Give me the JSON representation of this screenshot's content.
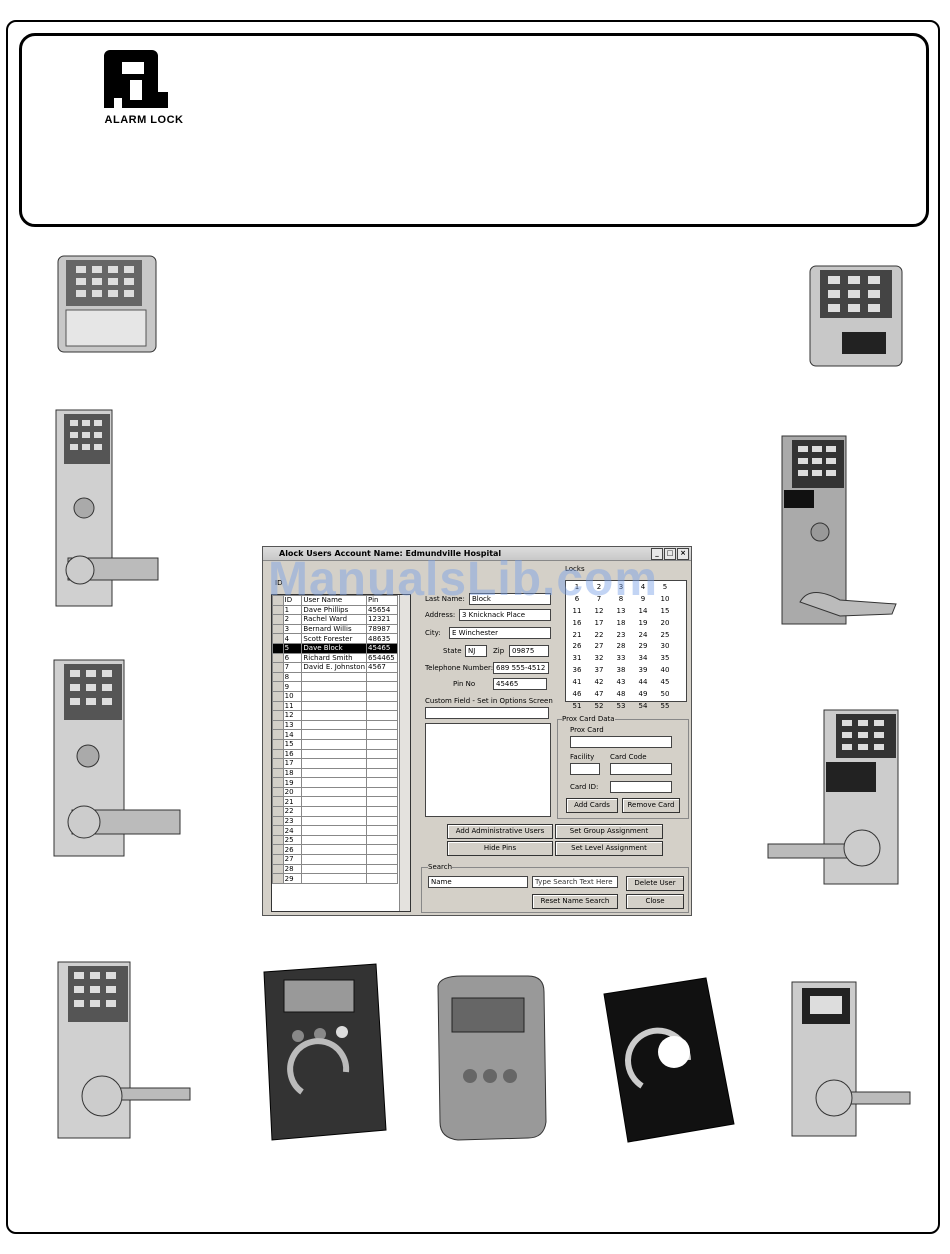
{
  "logo": {
    "name": "ALARM LOCK"
  },
  "watermark": "ManualsLib.com",
  "window": {
    "title": "Users Account Name: Edmundville Hospital",
    "title_prefix": "Alock",
    "id_label": "ID",
    "grid_headers": [
      "ID",
      "User Name",
      "Pin"
    ],
    "users": [
      {
        "id": "1",
        "name": "Dave Phillips",
        "pin": "45654"
      },
      {
        "id": "2",
        "name": "Rachel Ward",
        "pin": "12321"
      },
      {
        "id": "3",
        "name": "Bernard Willis",
        "pin": "78987"
      },
      {
        "id": "4",
        "name": "Scott Forester",
        "pin": "48635"
      },
      {
        "id": "5",
        "name": "Dave Block",
        "pin": "45465"
      },
      {
        "id": "6",
        "name": "Richard Smith",
        "pin": "654465"
      },
      {
        "id": "7",
        "name": "David E. Johnston",
        "pin": "4567"
      },
      {
        "id": "8",
        "name": "",
        "pin": ""
      },
      {
        "id": "9",
        "name": "",
        "pin": ""
      },
      {
        "id": "10",
        "name": "",
        "pin": ""
      },
      {
        "id": "11",
        "name": "",
        "pin": ""
      },
      {
        "id": "12",
        "name": "",
        "pin": ""
      },
      {
        "id": "13",
        "name": "",
        "pin": ""
      },
      {
        "id": "14",
        "name": "",
        "pin": ""
      },
      {
        "id": "15",
        "name": "",
        "pin": ""
      },
      {
        "id": "16",
        "name": "",
        "pin": ""
      },
      {
        "id": "17",
        "name": "",
        "pin": ""
      },
      {
        "id": "18",
        "name": "",
        "pin": ""
      },
      {
        "id": "19",
        "name": "",
        "pin": ""
      },
      {
        "id": "20",
        "name": "",
        "pin": ""
      },
      {
        "id": "21",
        "name": "",
        "pin": ""
      },
      {
        "id": "22",
        "name": "",
        "pin": ""
      },
      {
        "id": "23",
        "name": "",
        "pin": ""
      },
      {
        "id": "24",
        "name": "",
        "pin": ""
      },
      {
        "id": "25",
        "name": "",
        "pin": ""
      },
      {
        "id": "26",
        "name": "",
        "pin": ""
      },
      {
        "id": "27",
        "name": "",
        "pin": ""
      },
      {
        "id": "28",
        "name": "",
        "pin": ""
      },
      {
        "id": "29",
        "name": "",
        "pin": ""
      }
    ],
    "selected_index": 4,
    "last_name_label": "Last Name:",
    "last_name": "Block",
    "address_label": "Address:",
    "address": "3 Knicknack Place",
    "city_label": "City:",
    "city": "E Winchester",
    "state_label": "State",
    "state": "NJ",
    "zip_label": "Zip",
    "zip": "09875",
    "phone_label": "Telephone Number:",
    "phone": "689 555-4512",
    "pin_label": "Pin No",
    "pin": "45465",
    "custom_label": "Custom Field - Set in Options Screen",
    "locks_label": "Locks",
    "lock_numbers": [
      [
        "1",
        "2",
        "3",
        "4",
        "5"
      ],
      [
        "6",
        "7",
        "8",
        "9",
        "10"
      ],
      [
        "11",
        "12",
        "13",
        "14",
        "15"
      ],
      [
        "16",
        "17",
        "18",
        "19",
        "20"
      ],
      [
        "21",
        "22",
        "23",
        "24",
        "25"
      ],
      [
        "26",
        "27",
        "28",
        "29",
        "30"
      ],
      [
        "31",
        "32",
        "33",
        "34",
        "35"
      ],
      [
        "36",
        "37",
        "38",
        "39",
        "40"
      ],
      [
        "41",
        "42",
        "43",
        "44",
        "45"
      ],
      [
        "46",
        "47",
        "48",
        "49",
        "50"
      ],
      [
        "51",
        "52",
        "53",
        "54",
        "55"
      ]
    ],
    "prox_group": "Prox Card Data",
    "prox_card_label": "Prox Card",
    "facility_label": "Facility",
    "card_code_label": "Card Code",
    "card_id_label": "Card ID:",
    "add_cards": "Add Cards",
    "remove_card": "Remove Card",
    "add_admin": "Add Administrative Users",
    "set_group": "Set Group Assignment",
    "hide_pins": "Hide Pins",
    "set_level": "Set Level Assignment",
    "search_group": "Search",
    "search_by": "Name",
    "search_placeholder": "Type Search Text Here",
    "reset_search": "Reset Name Search",
    "delete_user": "Delete User",
    "close": "Close"
  }
}
